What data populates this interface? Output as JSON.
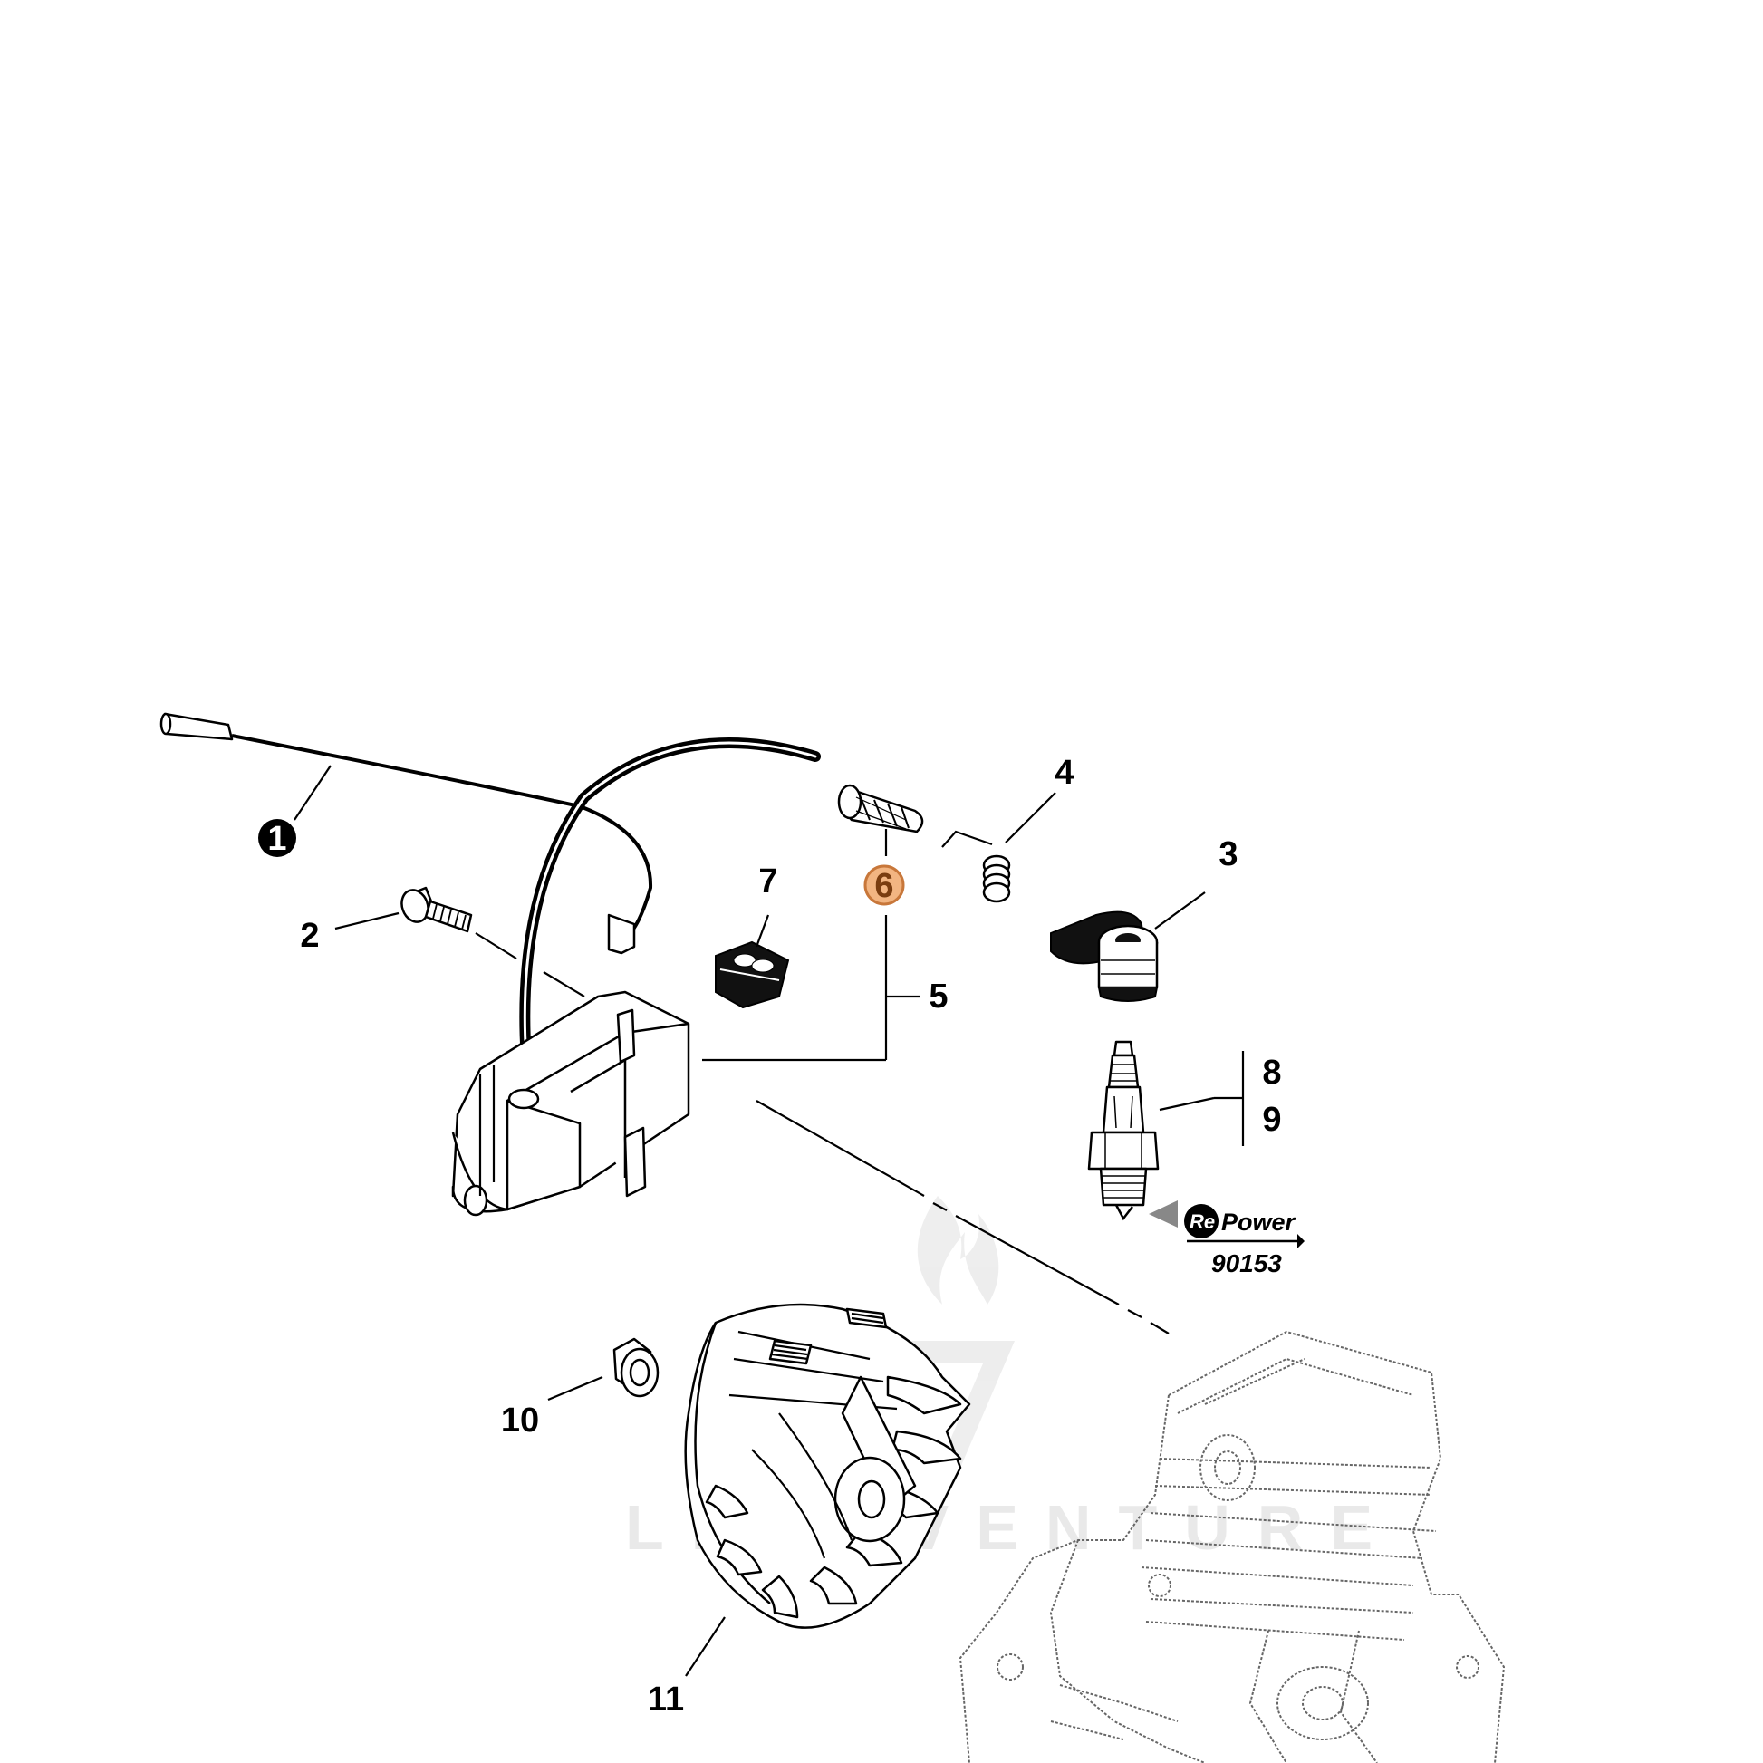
{
  "diagram": {
    "callouts": [
      {
        "id": "1",
        "label": "1",
        "style": "filled-black"
      },
      {
        "id": "2",
        "label": "2",
        "style": "plain"
      },
      {
        "id": "3",
        "label": "3",
        "style": "plain"
      },
      {
        "id": "4",
        "label": "4",
        "style": "plain"
      },
      {
        "id": "5",
        "label": "5",
        "style": "plain"
      },
      {
        "id": "6",
        "label": "6",
        "style": "highlighted-orange"
      },
      {
        "id": "7",
        "label": "7",
        "style": "plain"
      },
      {
        "id": "8",
        "label": "8",
        "style": "plain"
      },
      {
        "id": "9",
        "label": "9",
        "style": "plain"
      },
      {
        "id": "10",
        "label": "10",
        "style": "plain"
      },
      {
        "id": "11",
        "label": "11",
        "style": "plain"
      }
    ],
    "repower": {
      "logo_re": "Re",
      "logo_power": "Power",
      "code": "90153"
    },
    "watermark": {
      "text": "LEADVENTURE"
    },
    "colors": {
      "highlight_fill": "#f2b582",
      "highlight_stroke": "#c8773a",
      "line": "#000000",
      "watermark": "#e9e9e9"
    }
  }
}
